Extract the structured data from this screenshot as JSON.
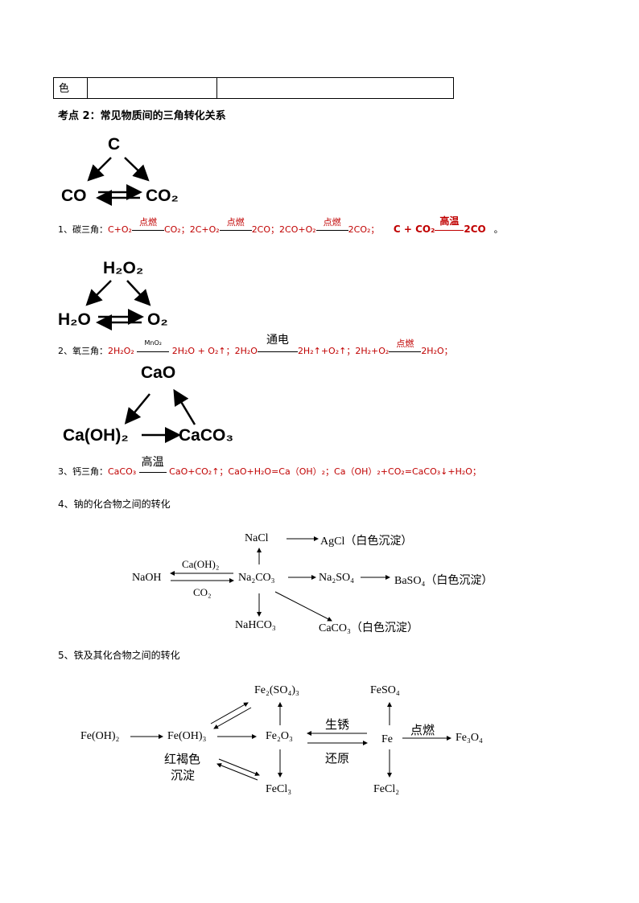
{
  "table_row": {
    "c1": "色",
    "c2": "",
    "c3": ""
  },
  "section_heading": "考点 2：常见物质间的三角转化关系",
  "carbon_triangle": {
    "top": "C",
    "left": "CO",
    "right": "CO₂"
  },
  "carbon_eq": {
    "label": "1、碳三角：",
    "e1_left": "C+O₂",
    "e1_cond": "点燃",
    "e1_right": "CO₂",
    "e2_left": "；2C+O₂",
    "e2_cond": "点燃",
    "e2_right": "2CO；",
    "e3_left": "2CO+O₂",
    "e3_cond": "点燃",
    "e3_right": "2CO₂；",
    "e4_left": "C + CO₂",
    "e4_cond": "高温",
    "e4_right": "2CO",
    "end": "。"
  },
  "oxygen_triangle": {
    "top": "H₂O₂",
    "left": "H₂O",
    "right": "O₂"
  },
  "oxygen_eq": {
    "label": "2、氧三角：",
    "e1_left": "2H₂O₂",
    "e1_cond": "MnO₂",
    "e1_right": "2H₂O + O₂↑；",
    "e2_left": "2H₂O",
    "e2_cond": "通电",
    "e2_right": "2H₂↑+O₂↑；",
    "e3_left": "2H₂+O₂",
    "e3_cond": "点燃",
    "e3_right": "2H₂O；"
  },
  "calcium_triangle": {
    "top": "CaO",
    "left": "Ca(OH)₂",
    "right": "CaCO₃"
  },
  "calcium_eq": {
    "label": "3、钙三角：",
    "e1_left": "CaCO₃",
    "e1_cond": "高温",
    "e1_right": "CaO+CO₂↑；CaO+H₂O=Ca（OH）₂；Ca（OH）₂+CO₂=CaCO₃↓+H₂O；"
  },
  "sodium": {
    "title": "4、钠的化合物之间的转化",
    "nacl": "NaCl",
    "agcl": "AgCl（白色沉淀）",
    "naoh": "NaOH",
    "caoh2": "Ca(OH)₂",
    "co2": "CO₂",
    "na2co3": "Na₂CO₃",
    "na2so4": "Na₂SO₄",
    "baso4": "BaSO₄（白色沉淀）",
    "nahco3": "NaHCO₃",
    "caco3": "CaCO₃（白色沉淀）"
  },
  "iron": {
    "title": "5、铁及其化合物之间的转化",
    "fe2so43": "Fe₂(SO₄)₃",
    "feso4": "FeSO₄",
    "feoh2": "Fe(OH)₂",
    "feoh3": "Fe(OH)₃",
    "red_brown": "红褐色",
    "precipitate": "沉淀",
    "fe2o3": "Fe₂O₃",
    "rust": "生锈",
    "reduce": "还原",
    "fe": "Fe",
    "burn": "点燃",
    "fe3o4": "Fe₃O₄",
    "fecl3": "FeCl₃",
    "fecl2": "FeCl₂"
  }
}
